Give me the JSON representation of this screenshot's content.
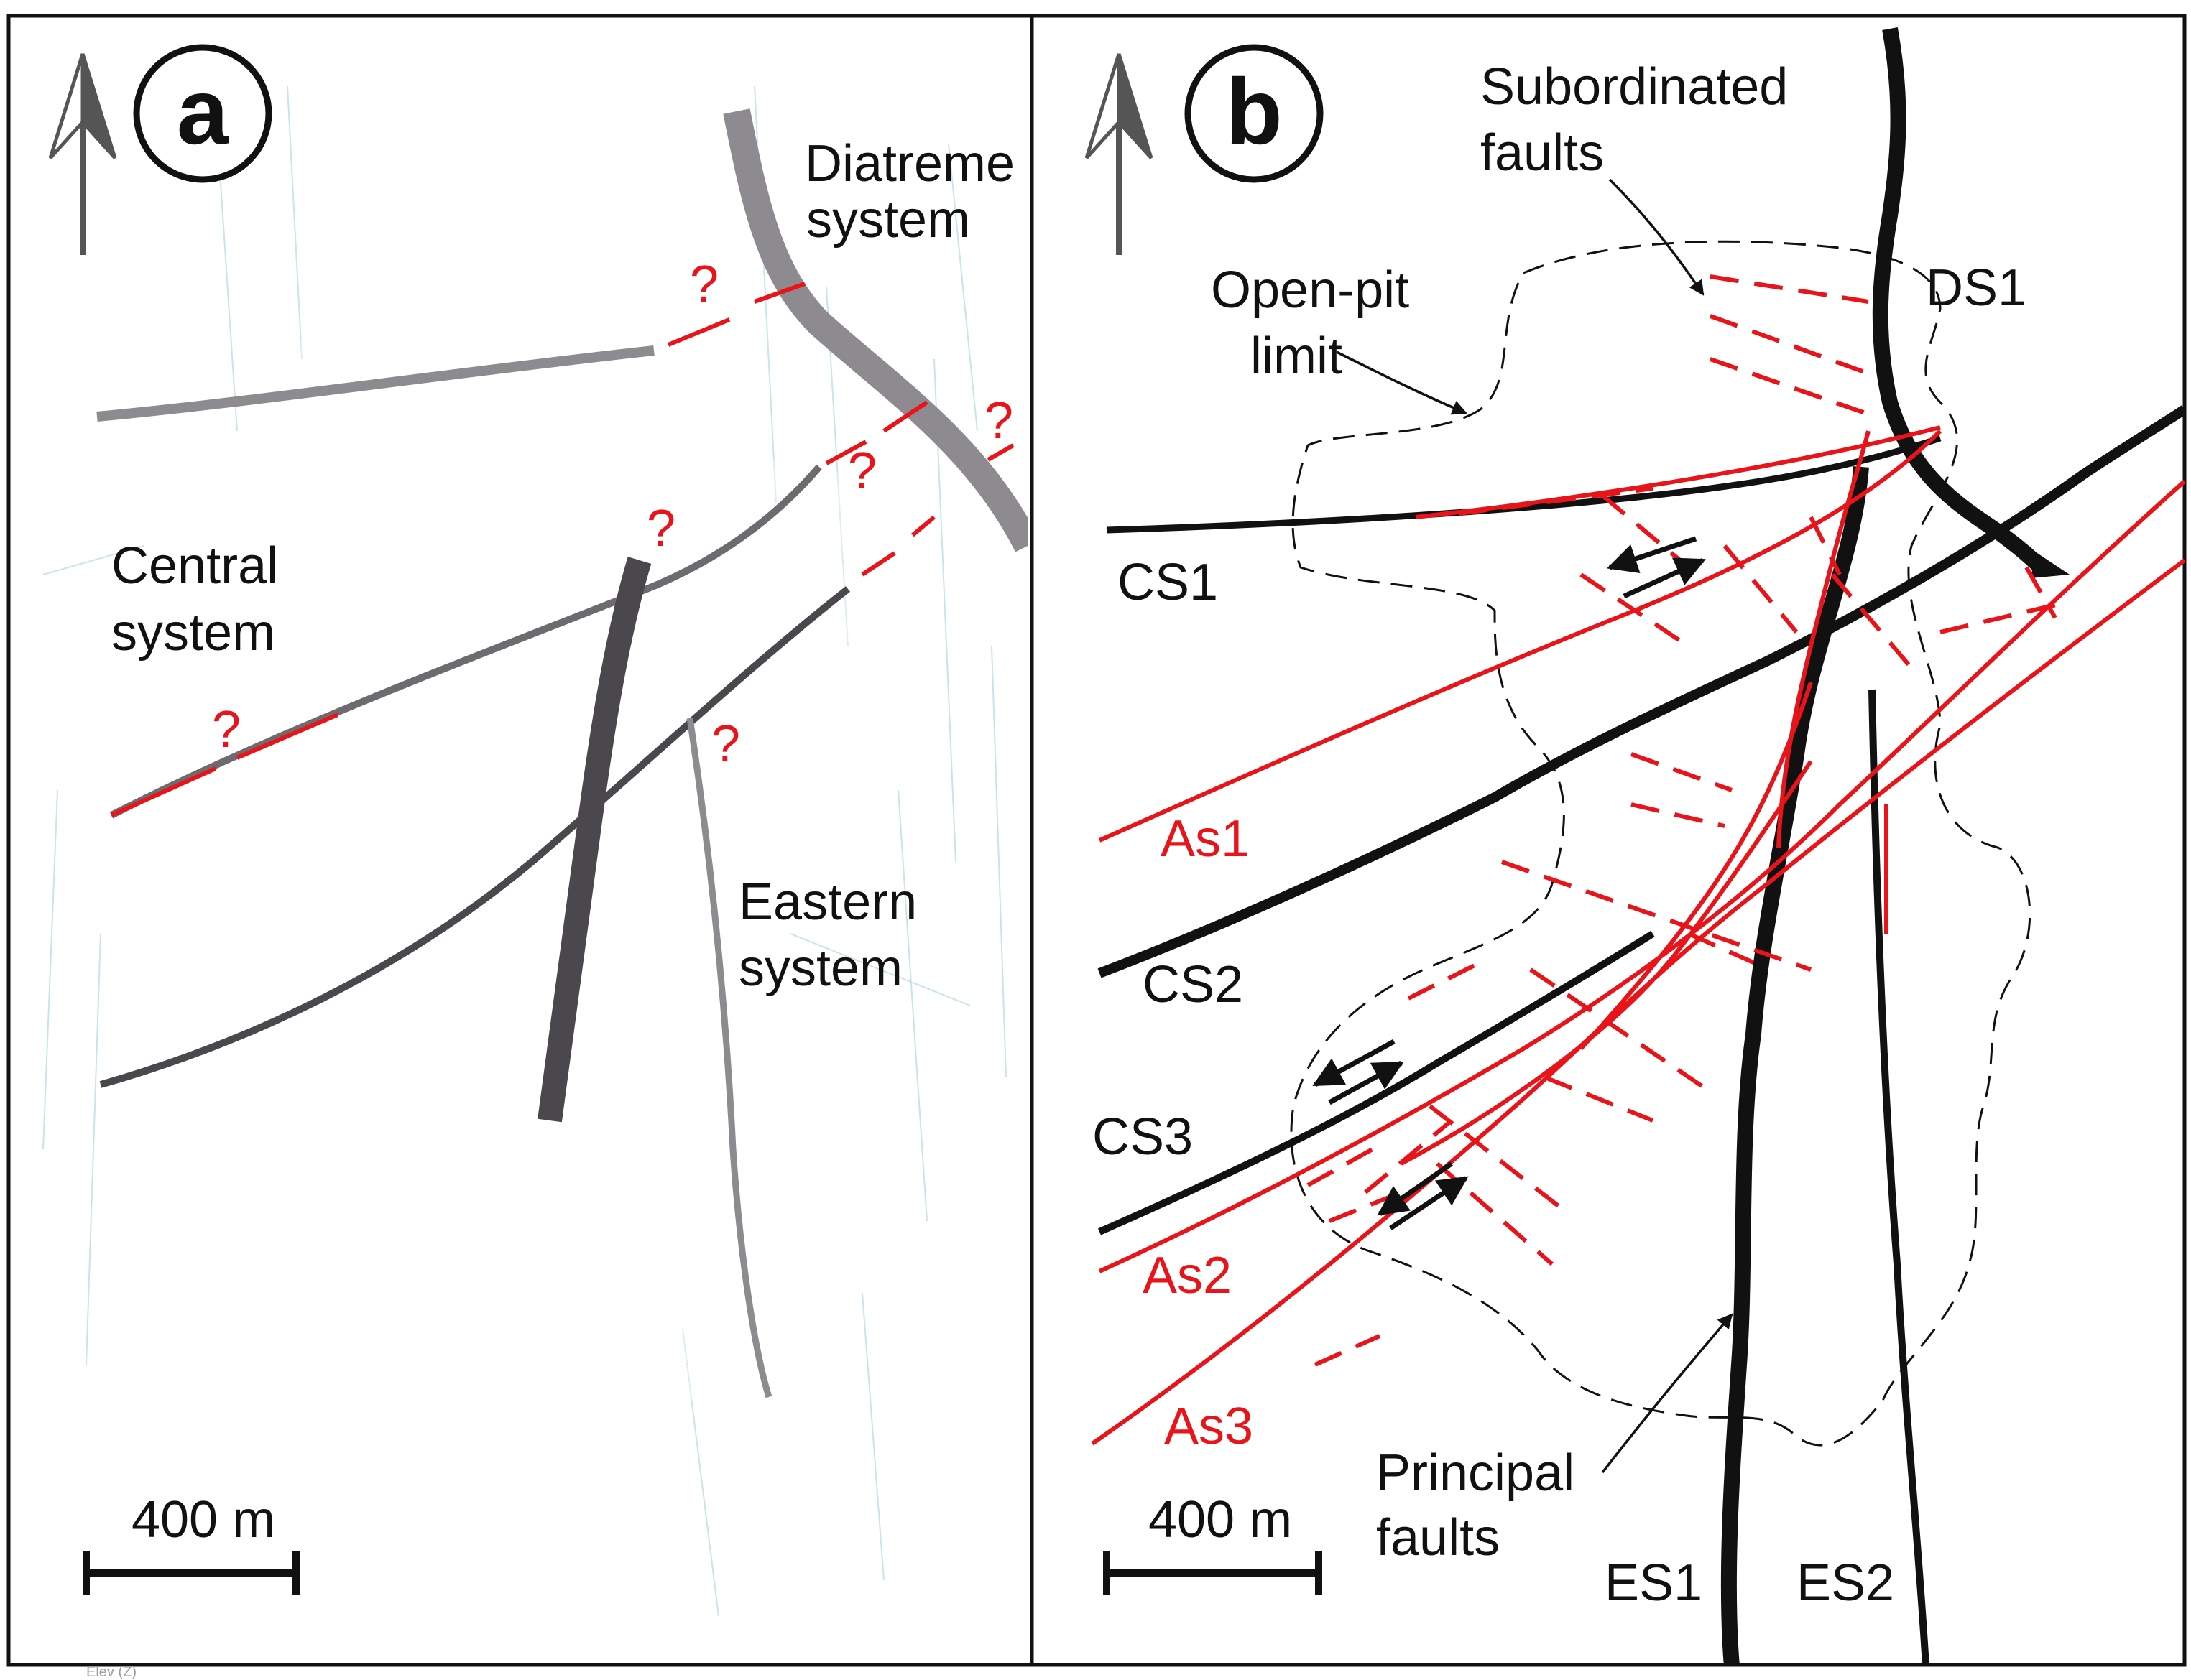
{
  "colors": {
    "fault_red": "#e8141a",
    "fault_black": "#111111",
    "diatreme_gray": "#8e8b90",
    "cluster_cyan": "#a9dde6",
    "cluster_green": "#9fc87d",
    "cluster_orange": "#f3825f"
  },
  "panel_a": {
    "letter": "a",
    "north_arrow_icon": "north-arrow-icon",
    "labels": {
      "diatreme_1": "Diatreme",
      "diatreme_2": "system",
      "central_1": "Central",
      "central_2": "system",
      "eastern_1": "Eastern",
      "eastern_2": "system"
    },
    "question_mark": "?",
    "scale_label": "400 m",
    "footer_text": "Elev (Z)"
  },
  "panel_b": {
    "letter": "b",
    "north_arrow_icon": "north-arrow-icon",
    "labels": {
      "subordinated_1": "Subordinated",
      "subordinated_2": "faults",
      "openpit_1": "Open-pit",
      "openpit_2": "limit",
      "principal_1": "Principal",
      "principal_2": "faults",
      "ds1": "DS1",
      "cs1": "CS1",
      "cs2": "CS2",
      "cs3": "CS3",
      "as1": "As1",
      "as2": "As2",
      "as3": "As3",
      "es1": "ES1",
      "es2": "ES2"
    },
    "scale_label": "400 m"
  }
}
